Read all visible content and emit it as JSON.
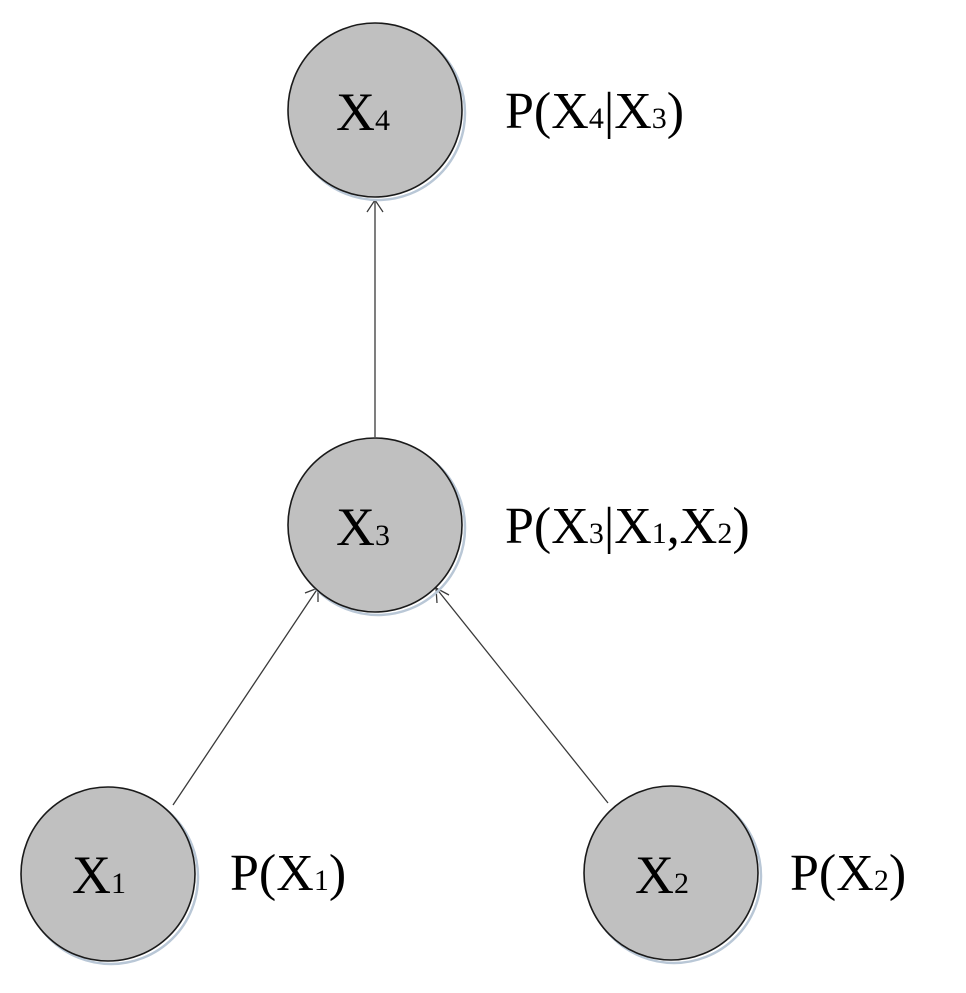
{
  "diagram": {
    "nodes": [
      {
        "id": "x4",
        "var": "X",
        "index": "4"
      },
      {
        "id": "x3",
        "var": "X",
        "index": "3"
      },
      {
        "id": "x1",
        "var": "X",
        "index": "1"
      },
      {
        "id": "x2",
        "var": "X",
        "index": "2"
      }
    ],
    "probabilities": [
      {
        "node": "x4",
        "parts": [
          "P(",
          "X",
          "4",
          "|",
          "X",
          "3",
          ")"
        ]
      },
      {
        "node": "x3",
        "parts": [
          "P(",
          "X",
          "3",
          "|",
          "X",
          "1",
          ",",
          "X",
          "2",
          ")"
        ]
      },
      {
        "node": "x1",
        "parts": [
          "P(",
          "X",
          "1",
          ")"
        ]
      },
      {
        "node": "x2",
        "parts": [
          "P(",
          "X",
          "2",
          ")"
        ]
      }
    ],
    "edges": [
      {
        "from": "x3",
        "to": "x4"
      },
      {
        "from": "x1",
        "to": "x3"
      },
      {
        "from": "x2",
        "to": "x3"
      }
    ],
    "colors": {
      "node_fill": "#c0c0c0",
      "node_stroke": "#1a1a1a",
      "edge": "#3a3a3a"
    }
  }
}
